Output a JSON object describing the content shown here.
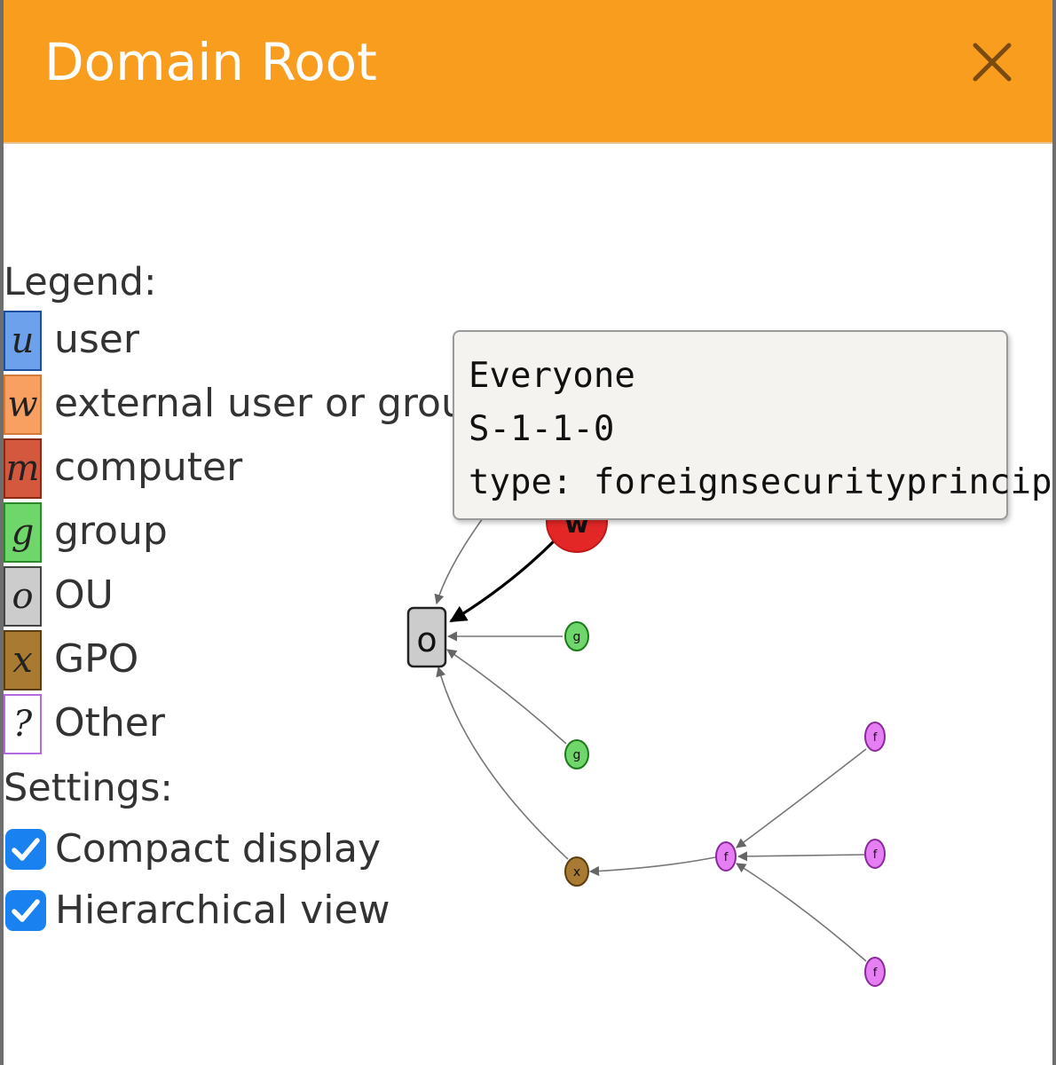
{
  "dialog": {
    "title": "Domain Root"
  },
  "legend": {
    "heading": "Legend:",
    "items": [
      {
        "symbol": "u",
        "label": "user",
        "color": "#6ea1ec"
      },
      {
        "symbol": "w",
        "label": "external user or group",
        "color": "#f8a062"
      },
      {
        "symbol": "m",
        "label": "computer",
        "color": "#d4583d"
      },
      {
        "symbol": "g",
        "label": "group",
        "color": "#6fd66c"
      },
      {
        "symbol": "o",
        "label": "OU",
        "color": "#cccccc"
      },
      {
        "symbol": "x",
        "label": "GPO",
        "color": "#a87a32"
      },
      {
        "symbol": "?",
        "label": "Other",
        "color": "#ffffff"
      }
    ]
  },
  "settings": {
    "heading": "Settings:",
    "items": [
      {
        "label": "Compact display",
        "checked": true
      },
      {
        "label": "Hierarchical view",
        "checked": true
      }
    ]
  },
  "graph": {
    "nodes": [
      {
        "id": "root",
        "label": "o",
        "type": "OU"
      },
      {
        "id": "w1",
        "label": "w",
        "type": "external"
      },
      {
        "id": "g1",
        "label": "g",
        "type": "group"
      },
      {
        "id": "g2",
        "label": "g",
        "type": "group"
      },
      {
        "id": "x1",
        "label": "x",
        "type": "GPO"
      },
      {
        "id": "f0",
        "label": "f",
        "type": "other"
      },
      {
        "id": "f1",
        "label": "f",
        "type": "other"
      },
      {
        "id": "f2",
        "label": "f",
        "type": "other"
      },
      {
        "id": "f3",
        "label": "f",
        "type": "other"
      }
    ],
    "colors": {
      "external_node": "#e32727",
      "group_node": "#6fd66c",
      "gpo_node": "#a87a32",
      "other_node": "#e67ef4",
      "ou_node": "#cccccc"
    }
  },
  "tooltip": {
    "name": "Everyone",
    "sid": "S-1-1-0",
    "type": "type: foreignsecurityprincipal"
  },
  "icons": {
    "close": "close-icon",
    "checkbox": "checkmark-icon"
  }
}
